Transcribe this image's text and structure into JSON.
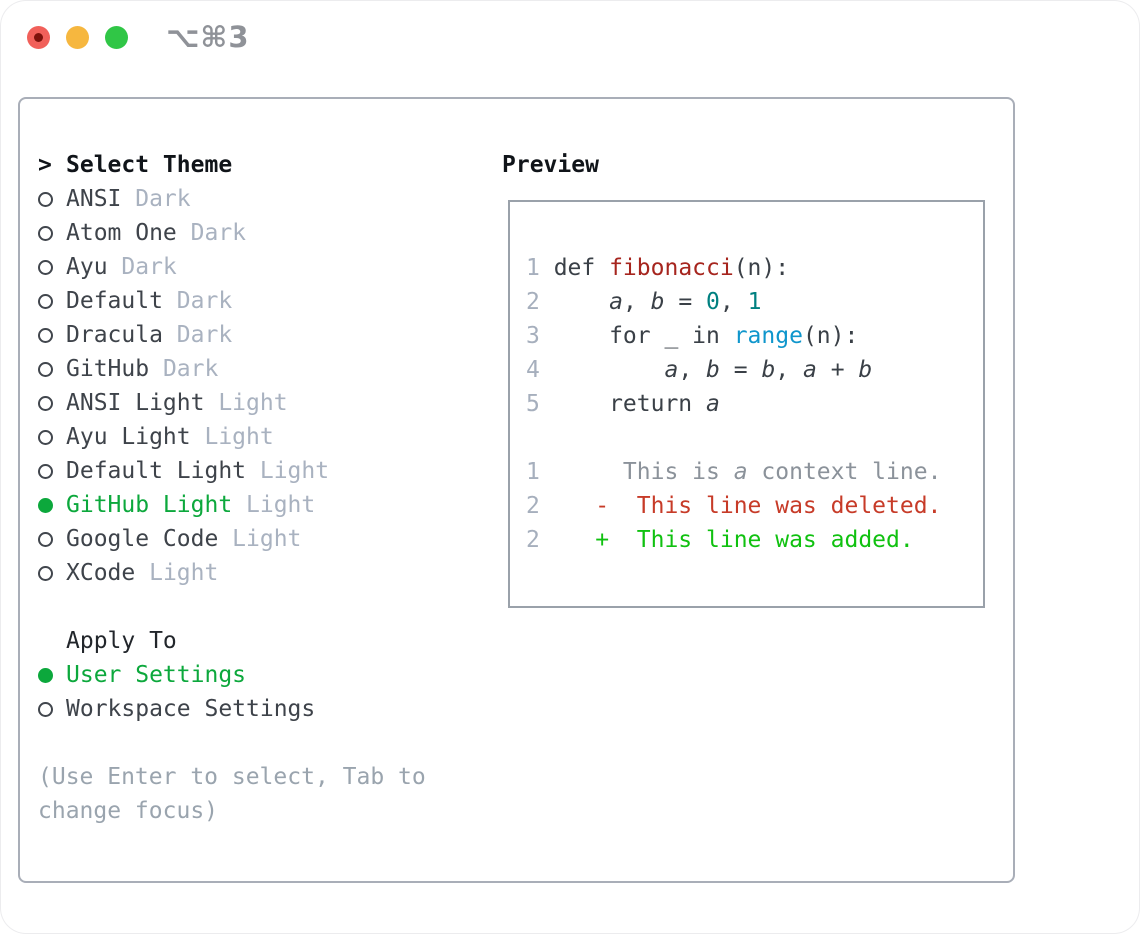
{
  "titlebar": {
    "shortcut": "⌥⌘3",
    "buttons": [
      "close",
      "minimize",
      "zoom"
    ]
  },
  "colors": {
    "accent_green": "#0ca83c",
    "added_green": "#10c110",
    "deleted_red": "#c73b28",
    "function_red": "#a6251e",
    "number_teal": "#008080",
    "builtin_blue": "#0f96cc",
    "traffic_red": "#f1605a",
    "traffic_yellow": "#f6b73f",
    "traffic_green": "#30c646"
  },
  "theme_picker": {
    "prompt": ">",
    "title": "Select Theme",
    "items": [
      {
        "name": "ANSI",
        "variant": "Dark",
        "selected": false
      },
      {
        "name": "Atom One",
        "variant": "Dark",
        "selected": false
      },
      {
        "name": "Ayu",
        "variant": "Dark",
        "selected": false
      },
      {
        "name": "Default",
        "variant": "Dark",
        "selected": false
      },
      {
        "name": "Dracula",
        "variant": "Dark",
        "selected": false
      },
      {
        "name": "GitHub",
        "variant": "Dark",
        "selected": false
      },
      {
        "name": "ANSI Light",
        "variant": "Light",
        "selected": false
      },
      {
        "name": "Ayu Light",
        "variant": "Light",
        "selected": false
      },
      {
        "name": "Default Light",
        "variant": "Light",
        "selected": false
      },
      {
        "name": "GitHub Light",
        "variant": "Light",
        "selected": true
      },
      {
        "name": "Google Code",
        "variant": "Light",
        "selected": false
      },
      {
        "name": "XCode",
        "variant": "Light",
        "selected": false
      }
    ],
    "apply_to": {
      "title": "Apply To",
      "options": [
        {
          "name": "User Settings",
          "selected": true
        },
        {
          "name": "Workspace Settings",
          "selected": false
        }
      ]
    },
    "hint_lines": [
      "(Use Enter to select, Tab to",
      "change focus)"
    ]
  },
  "preview": {
    "title": "Preview",
    "lines": [
      {
        "num": "1",
        "kind": "code",
        "segments": [
          {
            "text": "def ",
            "style": "plain"
          },
          {
            "text": "fibonacci",
            "style": "function"
          },
          {
            "text": "(n):",
            "style": "plain"
          }
        ]
      },
      {
        "num": "2",
        "kind": "code",
        "segments": [
          {
            "text": "    ",
            "style": "plain"
          },
          {
            "text": "a",
            "style": "variable"
          },
          {
            "text": ", ",
            "style": "plain"
          },
          {
            "text": "b",
            "style": "variable"
          },
          {
            "text": " = ",
            "style": "plain"
          },
          {
            "text": "0",
            "style": "number"
          },
          {
            "text": ", ",
            "style": "plain"
          },
          {
            "text": "1",
            "style": "number"
          }
        ]
      },
      {
        "num": "3",
        "kind": "code",
        "segments": [
          {
            "text": "    for _ in ",
            "style": "plain"
          },
          {
            "text": "range",
            "style": "builtin"
          },
          {
            "text": "(n):",
            "style": "plain"
          }
        ]
      },
      {
        "num": "4",
        "kind": "code",
        "segments": [
          {
            "text": "        ",
            "style": "plain"
          },
          {
            "text": "a",
            "style": "variable"
          },
          {
            "text": ", ",
            "style": "plain"
          },
          {
            "text": "b",
            "style": "variable"
          },
          {
            "text": " = ",
            "style": "plain"
          },
          {
            "text": "b",
            "style": "variable"
          },
          {
            "text": ", ",
            "style": "plain"
          },
          {
            "text": "a",
            "style": "variable"
          },
          {
            "text": " + ",
            "style": "plain"
          },
          {
            "text": "b",
            "style": "variable"
          }
        ]
      },
      {
        "num": "5",
        "kind": "code",
        "segments": [
          {
            "text": "    return ",
            "style": "plain"
          },
          {
            "text": "a",
            "style": "variable"
          }
        ]
      },
      {
        "num": "",
        "kind": "blank",
        "segments": []
      },
      {
        "num": "1",
        "kind": "diff-context",
        "segments": [
          {
            "text": "     This is ",
            "style": "context"
          },
          {
            "text": "a",
            "style": "context-variable"
          },
          {
            "text": " context line.",
            "style": "context"
          }
        ]
      },
      {
        "num": "2",
        "kind": "diff-deleted",
        "segments": [
          {
            "text": "   -  This line was deleted.",
            "style": "deleted"
          }
        ]
      },
      {
        "num": "2",
        "kind": "diff-added",
        "segments": [
          {
            "text": "   +  This line was added.",
            "style": "added"
          }
        ]
      }
    ]
  }
}
